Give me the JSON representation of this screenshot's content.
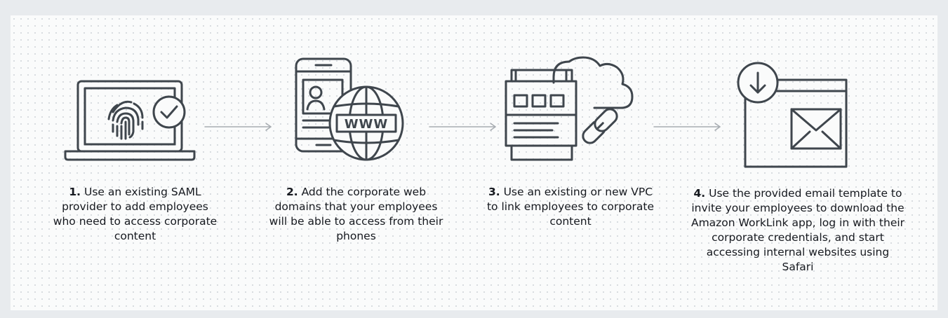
{
  "steps": [
    {
      "number": "1.",
      "text": "Use an existing SAML provider to add employees who need to access corporate content",
      "icon": "laptop-fingerprint-check-icon"
    },
    {
      "number": "2.",
      "text": "Add the corporate web domains that your employees will be able to access from their phones",
      "icon": "phone-globe-www-icon"
    },
    {
      "number": "3.",
      "text": "Use an existing or new VPC to link employees to corporate content",
      "icon": "server-cloud-link-icon"
    },
    {
      "number": "4.",
      "text": "Use the provided email template to invite your employees to download the Amazon WorkLink app, log in with their corporate credentials, and start accessing internal websites using Safari",
      "icon": "download-window-envelope-icon"
    }
  ],
  "www_label": "WWW",
  "colors": {
    "icon": "#3f464d",
    "arrow": "#a8adb2",
    "text": "#16191f",
    "panel": "#fafbfb",
    "frame": "#e8ebee"
  }
}
